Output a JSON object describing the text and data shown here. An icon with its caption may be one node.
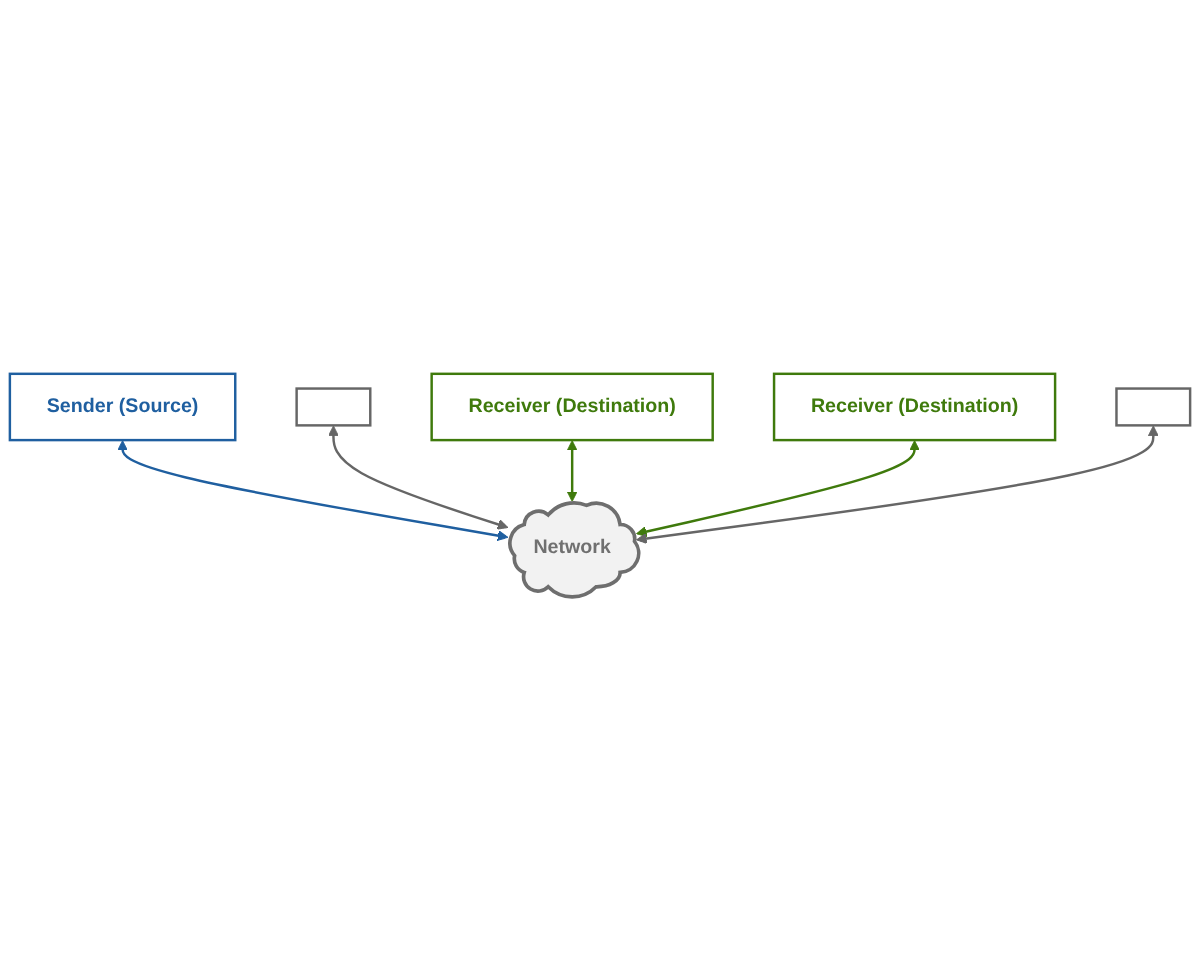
{
  "diagram": {
    "nodes": [
      {
        "text": [
          "Sender (Source)"
        ]
      },
      {
        "text": [
          "Network"
        ]
      },
      {
        "text": [],
        "shape": "box"
      },
      {
        "text": [
          "Receiver (Destination)"
        ]
      },
      {
        "text": [
          "Receiver (Destination)"
        ]
      },
      {
        "text": [],
        "shape": "box"
      }
    ],
    "edges": [
      {
        "from": 0,
        "to": 1,
        "arrow": "both",
        "color": "#1f5fa0"
      },
      {
        "from": 2,
        "to": 1,
        "arrow": "both",
        "color": "#666666"
      },
      {
        "from": 3,
        "to": 1,
        "arrow": "both",
        "color": "#3f7a0c"
      },
      {
        "from": 4,
        "to": 1,
        "arrow": "both",
        "color": "#3f7a0c"
      },
      {
        "from": 5,
        "to": 1,
        "arrow": "both",
        "color": "#666666"
      }
    ]
  }
}
